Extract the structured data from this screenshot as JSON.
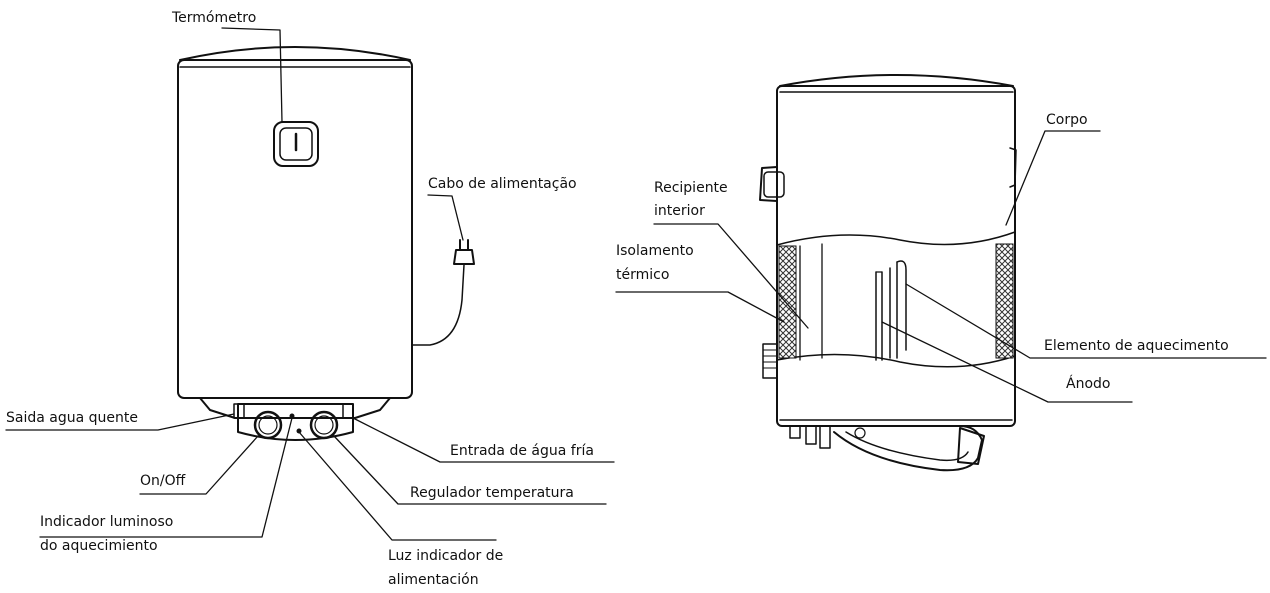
{
  "labels": {
    "termometro": "Termómetro",
    "cabo": "Cabo de alimentação",
    "saida": "Saida agua quente",
    "entrada": "Entrada de água fría",
    "onoff": "On/Off",
    "regulador": "Regulador temperatura",
    "indicador_l1": "Indicador luminoso",
    "indicador_l2": "do aquecimiento",
    "luz_l1": "Luz indicador de",
    "luz_l2": "alimentación",
    "corpo": "Corpo",
    "recipiente_l1": "Recipiente",
    "recipiente_l2": "interior",
    "isolamento_l1": "Isolamento",
    "isolamento_l2": "térmico",
    "elemento": "Elemento de aquecimento",
    "anodo": "Ánodo"
  },
  "colors": {
    "line": "#111111",
    "background": "#ffffff",
    "insulation_pattern": "#444444"
  }
}
